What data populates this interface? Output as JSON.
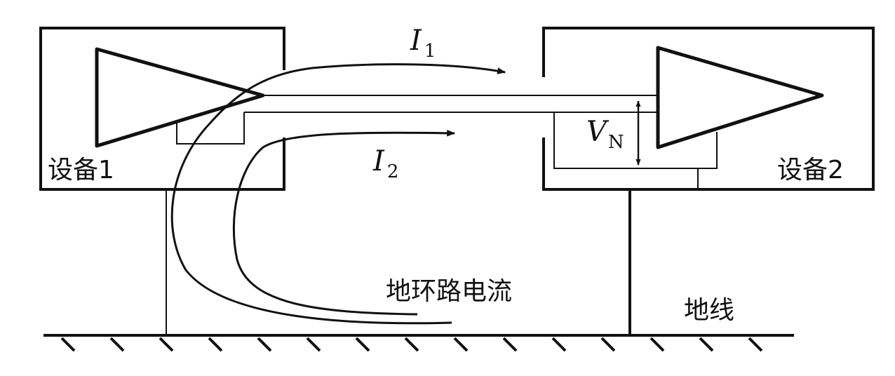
{
  "labels": {
    "device1": "设备1",
    "device2": "设备2",
    "ground_loop_current": "地环路电流",
    "ground_wire": "地线",
    "current1_symbol": "I",
    "current1_subscript": "1",
    "current2_symbol": "I",
    "current2_subscript": "2",
    "noise_voltage_symbol": "V",
    "noise_voltage_subscript": "N"
  },
  "colors": {
    "line": "#111111",
    "background": "#ffffff"
  }
}
